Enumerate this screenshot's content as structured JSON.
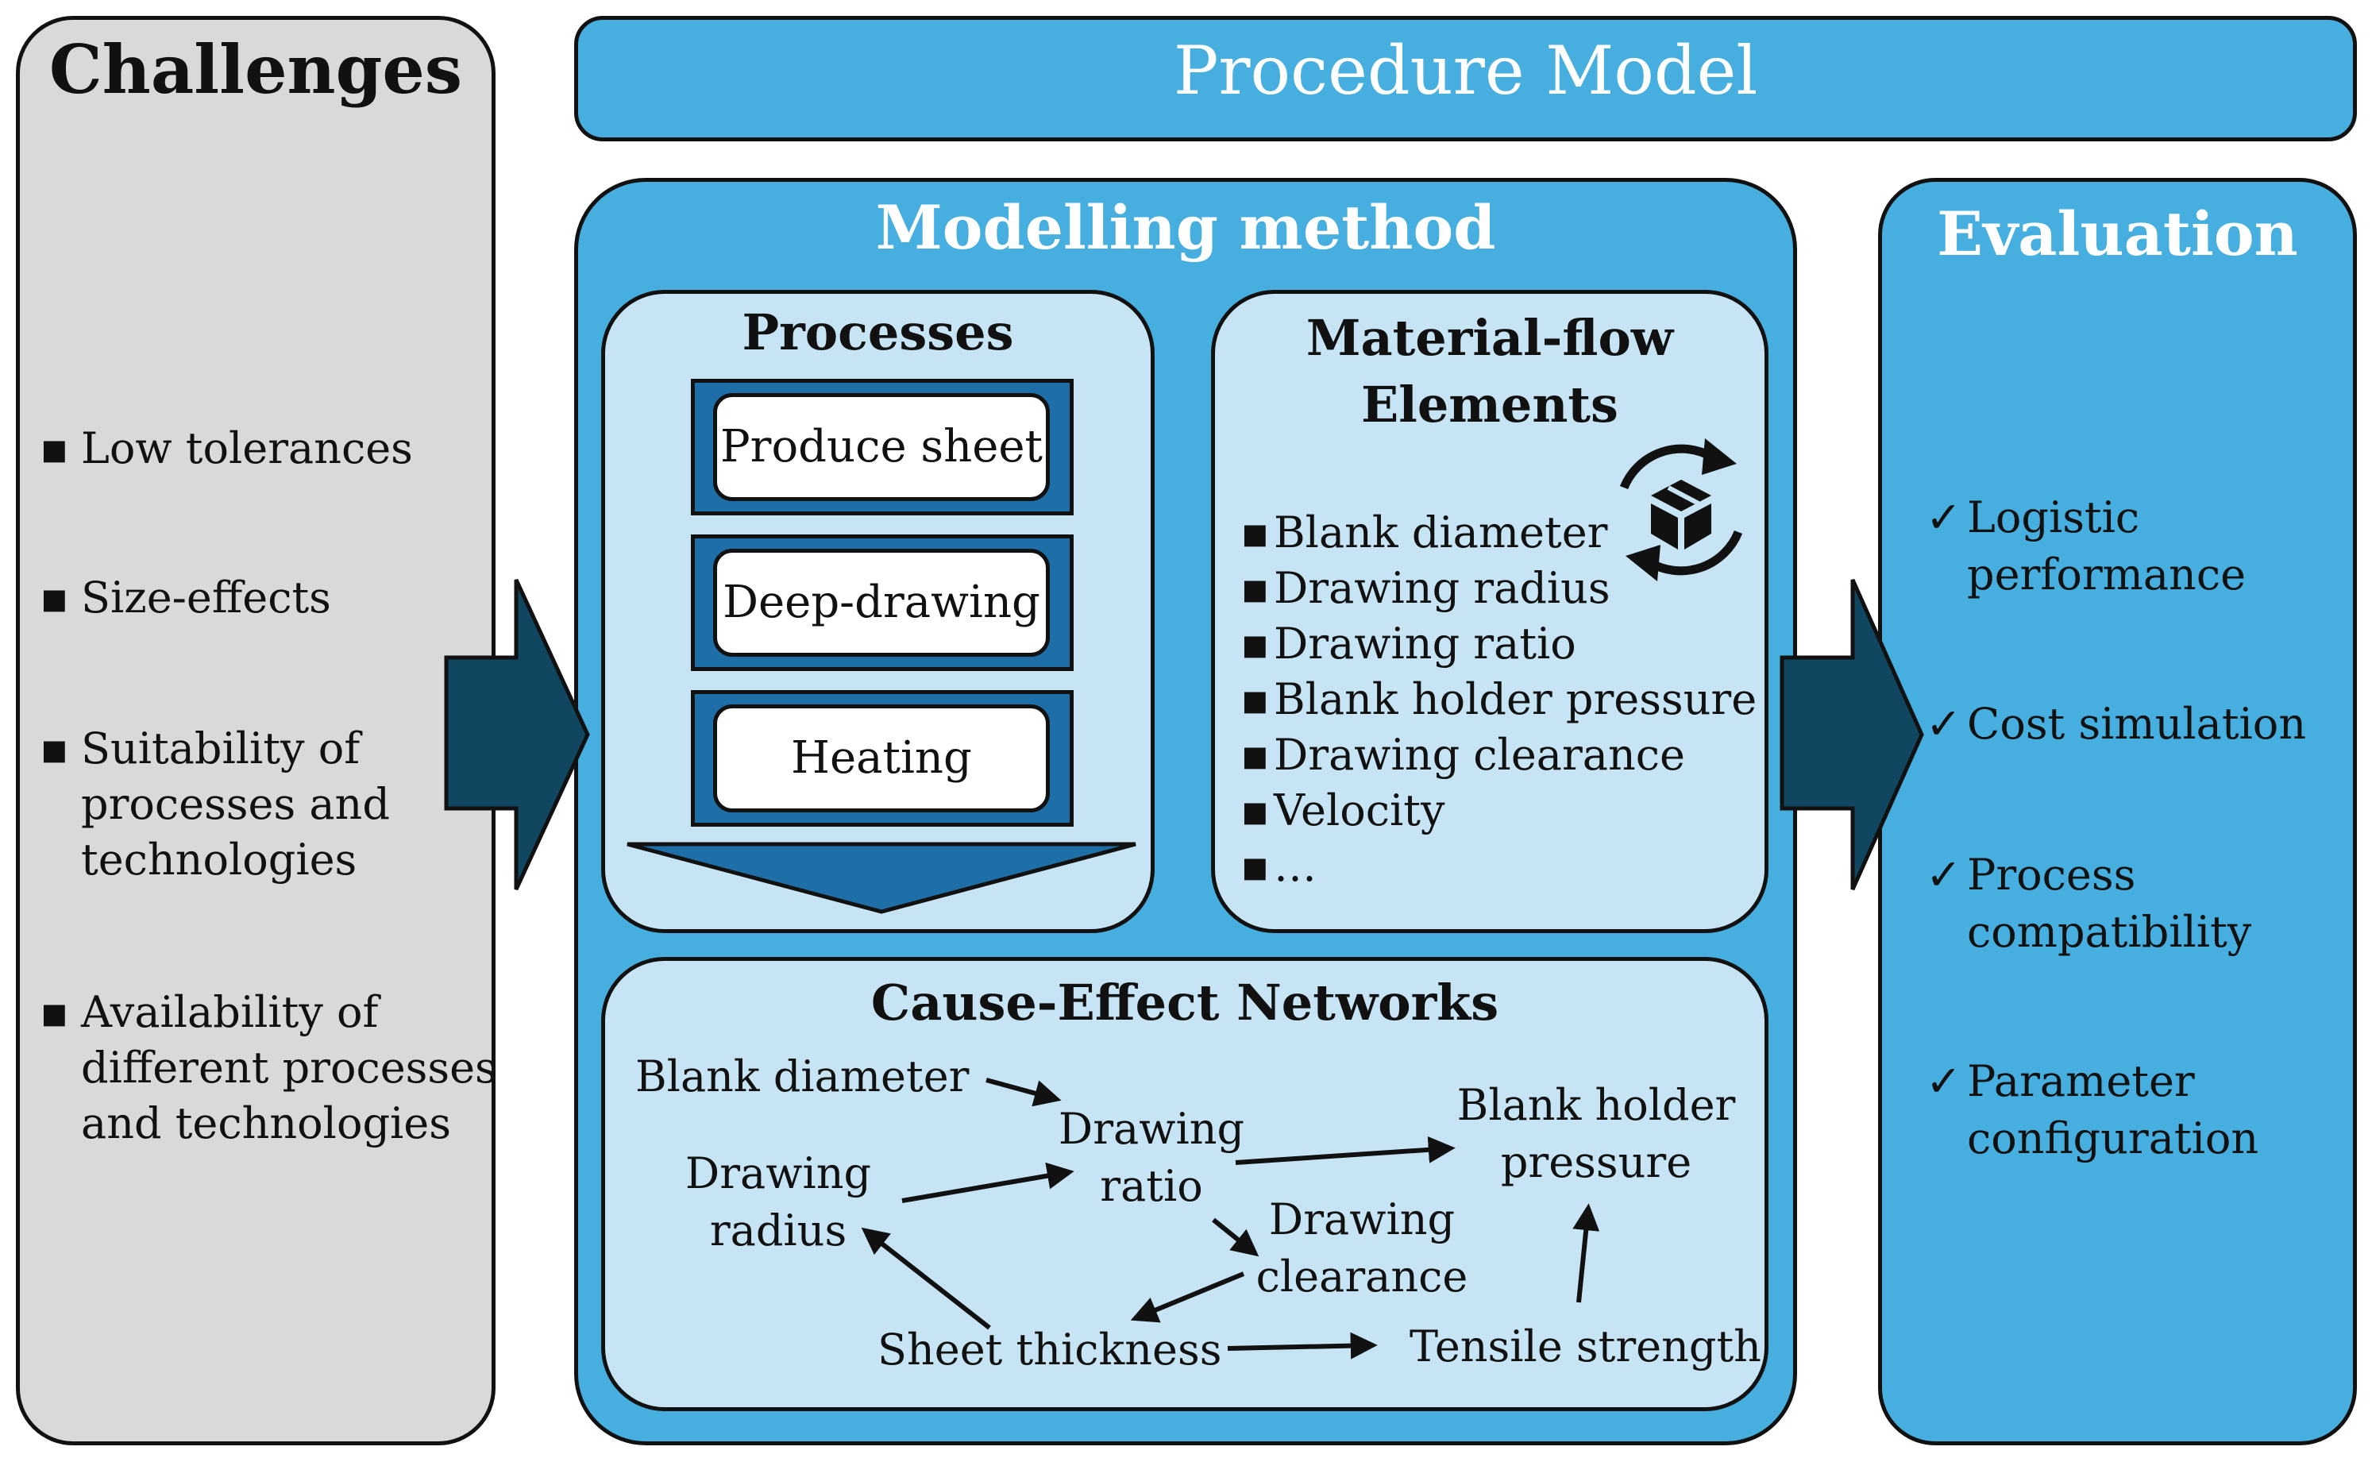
{
  "challenges": {
    "title": "Challenges",
    "items": [
      {
        "line1": "Low tolerances",
        "line2": "",
        "line3": ""
      },
      {
        "line1": "Size-effects",
        "line2": "",
        "line3": ""
      },
      {
        "line1": "Suitability of",
        "line2": "processes and",
        "line3": "technologies"
      },
      {
        "line1": "Availability of",
        "line2": "different processes",
        "line3": "and technologies"
      }
    ],
    "bullet": "▪"
  },
  "procedure_model": {
    "title": "Procedure Model"
  },
  "modelling_method": {
    "title": "Modelling method",
    "processes": {
      "title": "Processes",
      "steps": [
        "Produce sheet",
        "Deep-drawing",
        "Heating"
      ]
    },
    "material_flow": {
      "title_line1": "Material-flow",
      "title_line2": "Elements",
      "icon": "box-recycle-icon",
      "items": [
        "Blank diameter",
        "Drawing radius",
        "Drawing ratio",
        "Blank holder pressure",
        "Drawing clearance",
        "Velocity",
        "…"
      ]
    },
    "cause_effect": {
      "title": "Cause-Effect Networks",
      "nodes": {
        "blank_diameter": "Blank diameter",
        "drawing_ratio_1": "Drawing",
        "drawing_ratio_2": "ratio",
        "blank_holder_1": "Blank holder",
        "blank_holder_2": "pressure",
        "drawing_radius_1": "Drawing",
        "drawing_radius_2": "radius",
        "drawing_clearance_1": "Drawing",
        "drawing_clearance_2": "clearance",
        "sheet_thickness": "Sheet thickness",
        "tensile_strength": "Tensile strength"
      }
    }
  },
  "evaluation": {
    "title": "Evaluation",
    "check": "✓",
    "items": [
      {
        "line1": "Logistic",
        "line2": "performance"
      },
      {
        "line1": "Cost simulation",
        "line2": ""
      },
      {
        "line1": "Process",
        "line2": "compatibility"
      },
      {
        "line1": "Parameter",
        "line2": "configuration"
      }
    ]
  },
  "colors": {
    "panel_blue": "#47aee0",
    "light_blue": "#c6e4f4",
    "arrow_navy": "#114660",
    "step_blue": "#1e6fa8",
    "challenges_gray": "#d9d9d9"
  }
}
